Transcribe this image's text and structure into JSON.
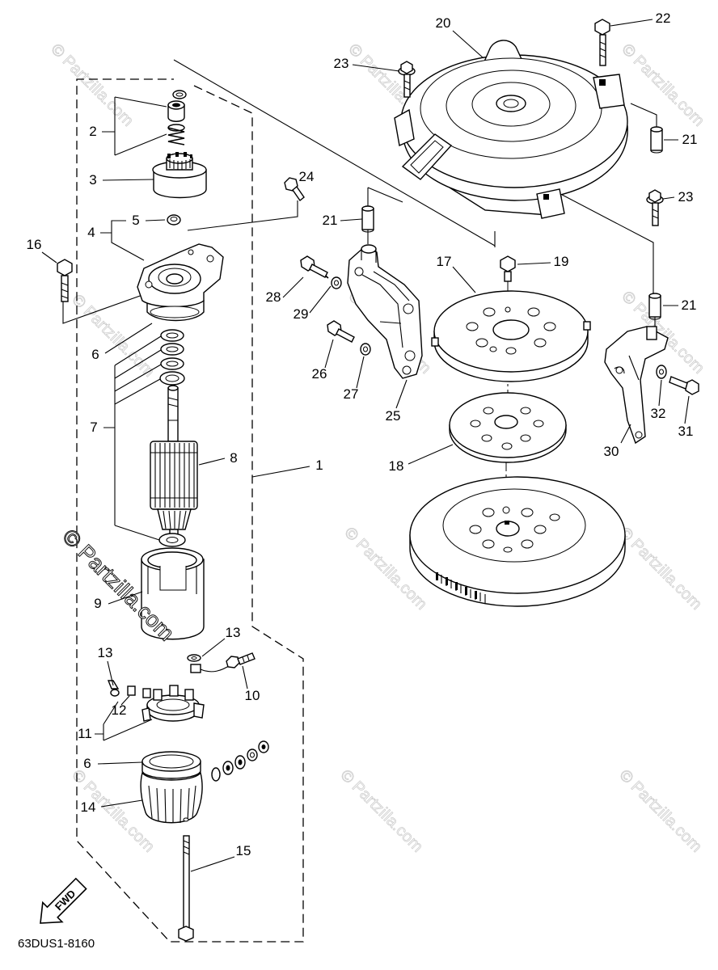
{
  "diagram": {
    "code": "63DUS1-8160",
    "fwd_label": "FWD",
    "watermark": "© Partzilla.com",
    "callouts": [
      "20",
      "22",
      "23",
      "21",
      "23",
      "24",
      "21",
      "2",
      "3",
      "4",
      "5",
      "16",
      "17",
      "19",
      "28",
      "29",
      "21",
      "6",
      "26",
      "27",
      "25",
      "32",
      "31",
      "7",
      "30",
      "8",
      "1",
      "18",
      "9",
      "13",
      "13",
      "10",
      "12",
      "11",
      "6",
      "14",
      "15"
    ]
  }
}
